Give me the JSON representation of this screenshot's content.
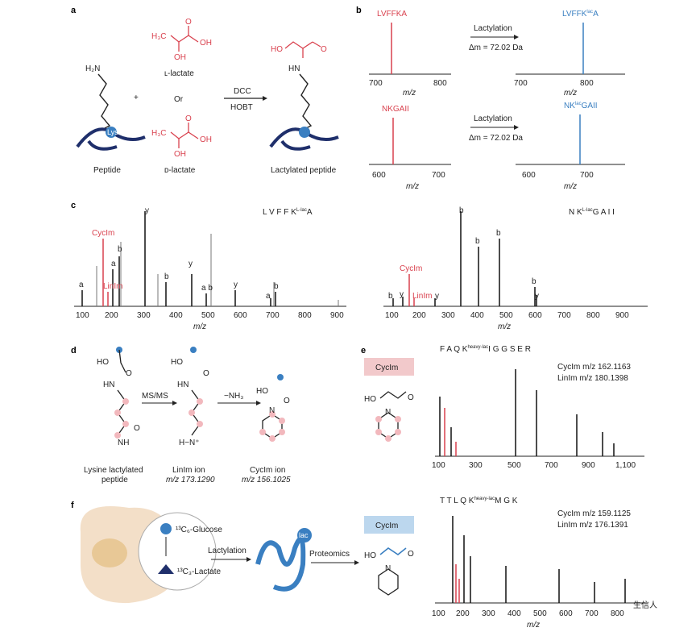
{
  "panels": {
    "a": "a",
    "b": "b",
    "c": "c",
    "d": "d",
    "e": "e",
    "f": "f"
  },
  "panel_a": {
    "h2n": "H₂N",
    "lys": "Lys",
    "peptide": "Peptide",
    "plus": "+",
    "l_lactate": "ʟ-lactate",
    "or": "Or",
    "d_lactate": "ᴅ-lactate",
    "reagent1": "DCC",
    "reagent2": "HOBT",
    "product": "Lactylated peptide",
    "ho": "HO",
    "oh": "OH",
    "o": "O",
    "h3c": "H₃C",
    "hn": "HN"
  },
  "panel_b": {
    "top_left_label": "LVFFKA",
    "top_right_label": "LVFFK",
    "top_right_sup": "lac",
    "top_right_tail": "A",
    "bottom_left_label": "NKGAII",
    "bottom_right_label": "NK",
    "bottom_right_sup": "lac",
    "bottom_right_tail": "GAII",
    "arrow_label": "Lactylation",
    "delta": "Δm = 72.02 Da",
    "mz": "m/z",
    "top_ticks": [
      "700",
      "800"
    ],
    "bottom_ticks": [
      "600",
      "700"
    ]
  },
  "panel_c": {
    "left_seq": "L V F F K",
    "left_seq_sup": "L-lac",
    "left_seq_tail": "A",
    "right_seq": "N K",
    "right_seq_sup": "L-lac",
    "right_seq_tail": "G A I I",
    "ticks": [
      "100",
      "200",
      "300",
      "400",
      "500",
      "600",
      "700",
      "800",
      "900"
    ],
    "mz": "m/z",
    "left_ions": {
      "y2": "y",
      "a1": "a",
      "cyclm": "CycIm",
      "linlm": "LinIm",
      "a2": "a",
      "b2": "b",
      "b3": "b",
      "y3": "y",
      "a4b4": "a b",
      "y4": "y",
      "a5": "a",
      "b5": "b"
    },
    "right_ions": {
      "b2": "b",
      "b3": "b",
      "b4": "b",
      "cyclm": "CycIm",
      "b1": "b",
      "y1": "y",
      "linlm": "LinIm",
      "y2": "y",
      "b5": "b",
      "y5": "y"
    }
  },
  "panel_d": {
    "ho": "HO",
    "o": "O",
    "hn": "HN",
    "nh": "NH",
    "msms": "MS/MS",
    "nh3": "−NH₃",
    "lysine_caption_1": "Lysine lactylated",
    "lysine_caption_2": "peptide",
    "linim_caption_1": "LinIm ion",
    "linim_caption_2": "m/z 173.1290",
    "cycim_caption_1": "CycIm ion",
    "cycim_caption_2": "m/z 156.1025",
    "hn_plus": "H−N⁺",
    "n": "N"
  },
  "panel_e": {
    "badge": "CycIm",
    "seq": "F A Q K",
    "seq_sup": "heavy-lac",
    "seq_tail": "I G G S E R",
    "cyclm_text": "CycIm m/z 162.1163",
    "linlm_text": "LinIm m/z 180.1398",
    "ticks": [
      "100",
      "300",
      "500",
      "700",
      "900",
      "1,100"
    ],
    "ho": "HO",
    "o": "O",
    "n": "N"
  },
  "panel_f": {
    "glucose": "¹³C₆-Glucose",
    "lactate": "¹³C₃-Lactate",
    "lactylation": "Lactylation",
    "lac": "lac",
    "proteomics": "Proteomics",
    "badge": "CycIm",
    "seq": "T T L Q K",
    "seq_sup": "heavy-lac",
    "seq_tail": "M G K",
    "cyclm_text": "CycIm m/z 159.1125",
    "linlm_text": "LinIm m/z 176.1391",
    "ticks": [
      "100",
      "200",
      "300",
      "400",
      "500",
      "600",
      "700",
      "800"
    ],
    "mz": "m/z",
    "ho": "HO",
    "o": "O",
    "n": "N"
  },
  "watermark": "生信人",
  "colors": {
    "red": "#d9414e",
    "blue": "#3a7fc1",
    "navy": "#1f2f6b",
    "pink": "#f2b8bd",
    "lightblue": "#bcd7ee"
  }
}
